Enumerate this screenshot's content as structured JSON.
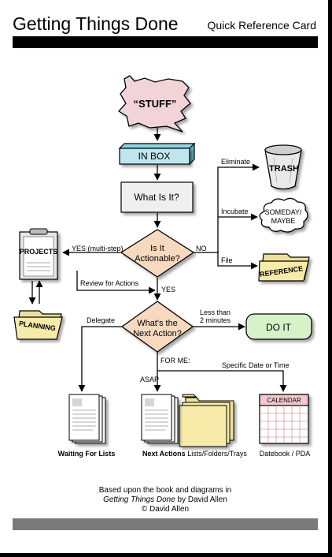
{
  "header": {
    "title": "Getting Things Done",
    "subtitle": "Quick Reference Card"
  },
  "nodes": {
    "stuff": "“STUFF”",
    "inbox": "IN BOX",
    "what_is_it": "What Is It?",
    "actionable_line1": "Is It",
    "actionable_line2": "Actionable?",
    "next_action_line1": "What's the",
    "next_action_line2": "Next Action?",
    "trash": "TRASH",
    "someday_line1": "SOMEDAY/",
    "someday_line2": "MAYBE",
    "reference": "REFERENCE",
    "projects": "PROJECTS",
    "planning": "PLANNING",
    "do_it": "DO IT",
    "calendar": "CALENDAR"
  },
  "edges": {
    "eliminate": "Eliminate",
    "incubate": "Incubate",
    "file": "File",
    "no": "NO",
    "yes_multi": "YES (multi-step)",
    "review": "Review for Actions",
    "yes": "YES",
    "delegate": "Delegate",
    "less_than_line1": "Less than",
    "less_than_line2": "2 minutes",
    "for_me": "FOR ME:",
    "specific_date": "Specific Date or Time",
    "asap": "ASAP"
  },
  "captions": {
    "waiting": "Waiting For Lists",
    "next_actions_bold": "Next Actions",
    "next_actions_rest": " Lists/Folders/Trays",
    "datebook": "Datebook / PDA"
  },
  "footer": {
    "line1": "Based upon the book and diagrams in",
    "line2_italic": "Getting Things Done",
    "line2_rest": " by David Allen",
    "line3": "©  David Allen"
  },
  "colors": {
    "stuff_fill": "#f2d4d8",
    "inbox_fill": "#bfe6ee",
    "diamond_fill": "#f7d9bf",
    "doit_fill": "#d6f2c8",
    "folder_fill": "#f6eba8",
    "calendar_header": "#f3c9d0",
    "divider_dark": "#000000",
    "footer_bar": "#7a7a7a"
  }
}
